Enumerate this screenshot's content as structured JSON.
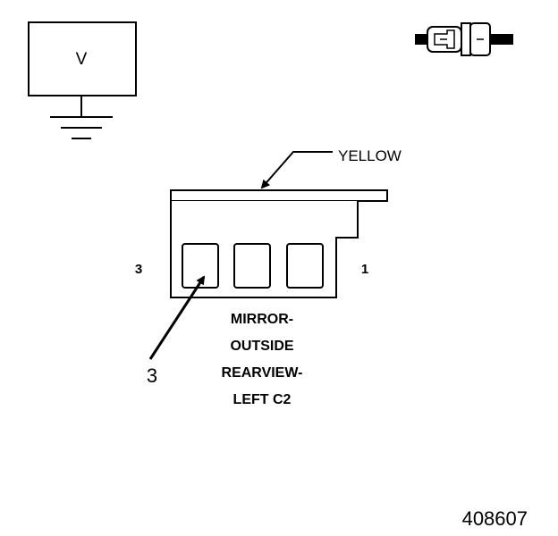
{
  "meter": {
    "label": "V"
  },
  "wire": {
    "color_label": "YELLOW"
  },
  "connector": {
    "pin_left_label": "3",
    "pin_right_label": "1",
    "name_lines": [
      "MIRROR-",
      "OUTSIDE",
      "REARVIEW-",
      "LEFT C2"
    ]
  },
  "probe": {
    "pin_label": "3"
  },
  "figure_number": "408607",
  "icons": {
    "meter": "voltmeter-icon",
    "ground": "ground-icon",
    "connector": "connector-icon"
  },
  "colors": {
    "line": "#000000",
    "background": "#ffffff"
  }
}
